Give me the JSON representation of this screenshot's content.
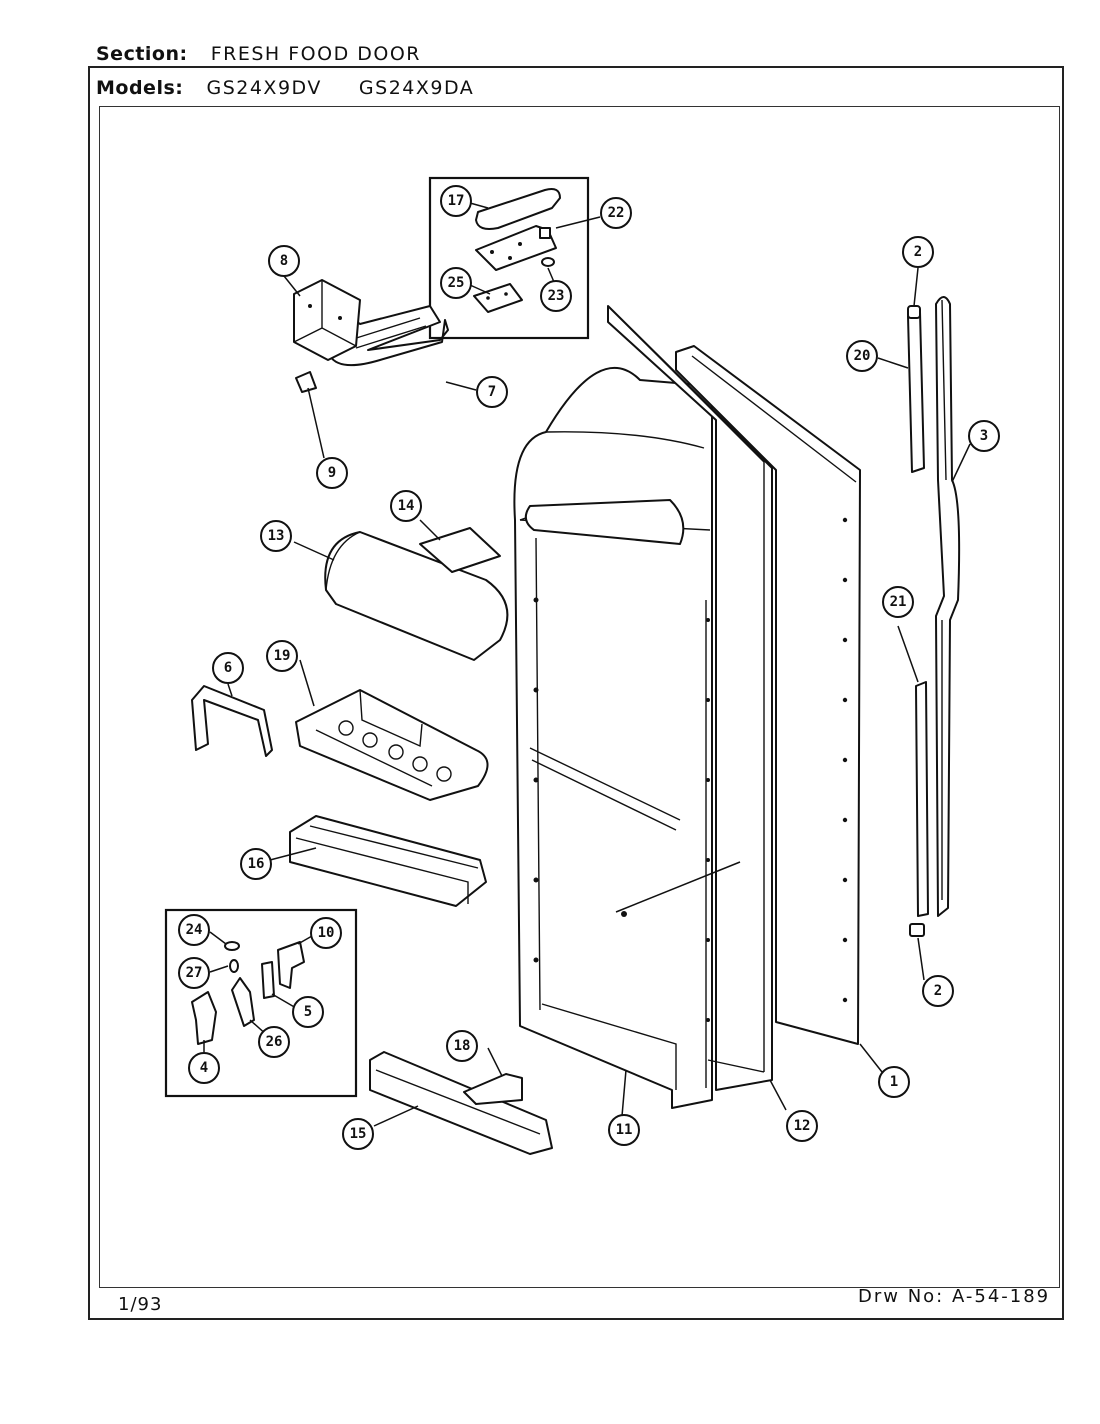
{
  "header": {
    "section_label": "Section:",
    "section_value": "FRESH FOOD DOOR",
    "models_label": "Models:",
    "model_1": "GS24X9DV",
    "model_2": "GS24X9DA"
  },
  "footer": {
    "date": "1/93",
    "drawing_number": "Drw No: A-54-189"
  },
  "callouts": [
    {
      "id": "c17",
      "label": "17"
    },
    {
      "id": "c22",
      "label": "22"
    },
    {
      "id": "c25",
      "label": "25"
    },
    {
      "id": "c23",
      "label": "23"
    },
    {
      "id": "c8",
      "label": "8"
    },
    {
      "id": "c7",
      "label": "7"
    },
    {
      "id": "c9",
      "label": "9"
    },
    {
      "id": "c2a",
      "label": "2"
    },
    {
      "id": "c20",
      "label": "20"
    },
    {
      "id": "c3",
      "label": "3"
    },
    {
      "id": "c14",
      "label": "14"
    },
    {
      "id": "c13",
      "label": "13"
    },
    {
      "id": "c21",
      "label": "21"
    },
    {
      "id": "c6",
      "label": "6"
    },
    {
      "id": "c19",
      "label": "19"
    },
    {
      "id": "c16",
      "label": "16"
    },
    {
      "id": "c24",
      "label": "24"
    },
    {
      "id": "c10",
      "label": "10"
    },
    {
      "id": "c27",
      "label": "27"
    },
    {
      "id": "c5",
      "label": "5"
    },
    {
      "id": "c26",
      "label": "26"
    },
    {
      "id": "c4",
      "label": "4"
    },
    {
      "id": "c2b",
      "label": "2"
    },
    {
      "id": "c18",
      "label": "18"
    },
    {
      "id": "c1",
      "label": "1"
    },
    {
      "id": "c15",
      "label": "15"
    },
    {
      "id": "c11",
      "label": "11"
    },
    {
      "id": "c12",
      "label": "12"
    }
  ]
}
